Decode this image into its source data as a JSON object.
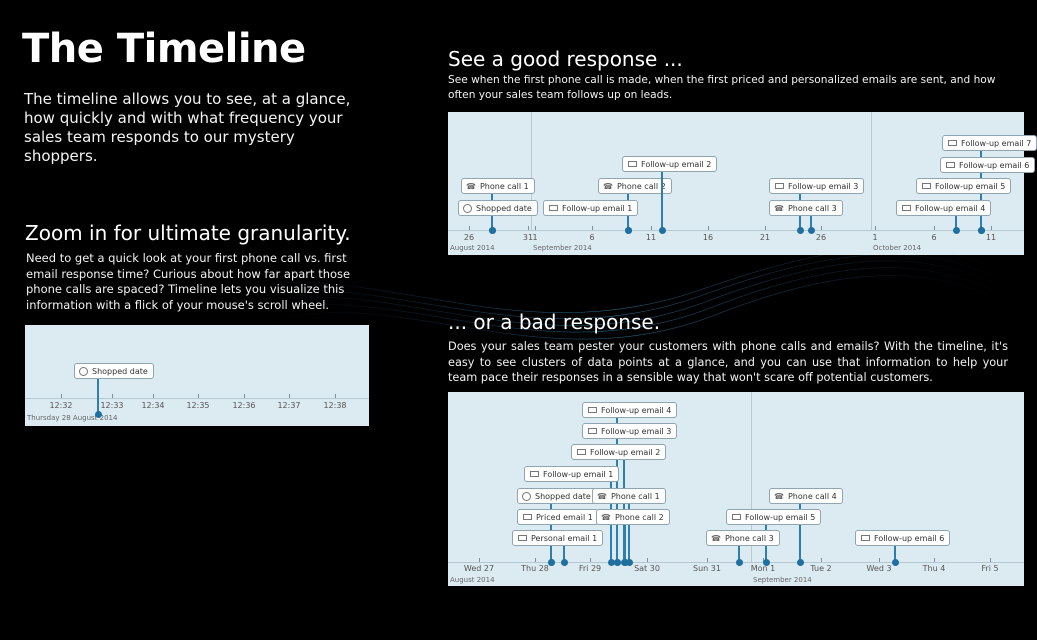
{
  "heading": {
    "title": "The Timeline",
    "intro": "The timeline allows you to see, at a glance, how quickly and with what frequency your sales team responds to our mystery shoppers."
  },
  "zoom": {
    "heading": "Zoom in for ultimate granularity.",
    "body": "Need to get a quick look at your first phone call vs. first email response time? Curious about how far apart those phone calls are spaced? Timeline lets you visualize this information with a flick of your mouse's scroll wheel."
  },
  "good": {
    "heading": "See a good response ...",
    "body": "See when the first phone call is made, when the first priced and personalized emails are sent, and how often your sales team follows up on leads."
  },
  "bad": {
    "heading": "... or a bad response.",
    "body": "Does your sales team pester your customers with phone calls and emails? With the timeline, it's easy to see clusters of data points at a glance, and you can use that information to help your team pace their responses in a sensible way that won't scare off potential customers."
  },
  "timelines": {
    "zoom": {
      "ticks": [
        "12:32",
        "12:33",
        "12:34",
        "12:35",
        "12:36",
        "12:37",
        "12:38"
      ],
      "months": [
        "Thursday 28 August 2014"
      ],
      "events": [
        {
          "label": "Shopped date",
          "icon": "clock-icon"
        }
      ]
    },
    "good": {
      "ticks": [
        "26",
        "31",
        "1",
        "6",
        "11",
        "16",
        "21",
        "26",
        "1",
        "6",
        "11"
      ],
      "months": [
        "August 2014",
        "September 2014",
        "October 2014"
      ],
      "events": [
        {
          "label": "Phone call 1",
          "icon": "phone-icon"
        },
        {
          "label": "Shopped date",
          "icon": "clock-icon"
        },
        {
          "label": "Phone call 2",
          "icon": "phone-icon"
        },
        {
          "label": "Follow-up email 1",
          "icon": "email-icon"
        },
        {
          "label": "Follow-up email 2",
          "icon": "email-icon"
        },
        {
          "label": "Follow-up email 3",
          "icon": "email-icon"
        },
        {
          "label": "Phone call 3",
          "icon": "phone-icon"
        },
        {
          "label": "Follow-up email 7",
          "icon": "email-icon"
        },
        {
          "label": "Follow-up email 6",
          "icon": "email-icon"
        },
        {
          "label": "Follow-up email 5",
          "icon": "email-icon"
        },
        {
          "label": "Follow-up email 4",
          "icon": "email-icon"
        }
      ]
    },
    "bad": {
      "ticks": [
        "Wed 27",
        "Thu 28",
        "Fri 29",
        "Sat 30",
        "Sun 31",
        "Mon 1",
        "Tue 2",
        "Wed 3",
        "Thu 4",
        "Fri 5"
      ],
      "months": [
        "August 2014",
        "September 2014"
      ],
      "events": [
        {
          "label": "Follow-up email 4",
          "icon": "email-icon"
        },
        {
          "label": "Follow-up email 3",
          "icon": "email-icon"
        },
        {
          "label": "Follow-up email 2",
          "icon": "email-icon"
        },
        {
          "label": "Follow-up email 1",
          "icon": "email-icon"
        },
        {
          "label": "Shopped date",
          "icon": "clock-icon"
        },
        {
          "label": "Phone call 1",
          "icon": "phone-icon"
        },
        {
          "label": "Priced email 1",
          "icon": "email-icon"
        },
        {
          "label": "Phone call 2",
          "icon": "phone-icon"
        },
        {
          "label": "Personal email 1",
          "icon": "email-icon"
        },
        {
          "label": "Phone call 4",
          "icon": "phone-icon"
        },
        {
          "label": "Follow-up email 5",
          "icon": "email-icon"
        },
        {
          "label": "Phone call 3",
          "icon": "phone-icon"
        },
        {
          "label": "Follow-up email 6",
          "icon": "email-icon"
        }
      ]
    }
  },
  "colors": {
    "background": "#000000",
    "timeline_bg": "#dcebf2",
    "event_stem": "#2e7fae"
  }
}
